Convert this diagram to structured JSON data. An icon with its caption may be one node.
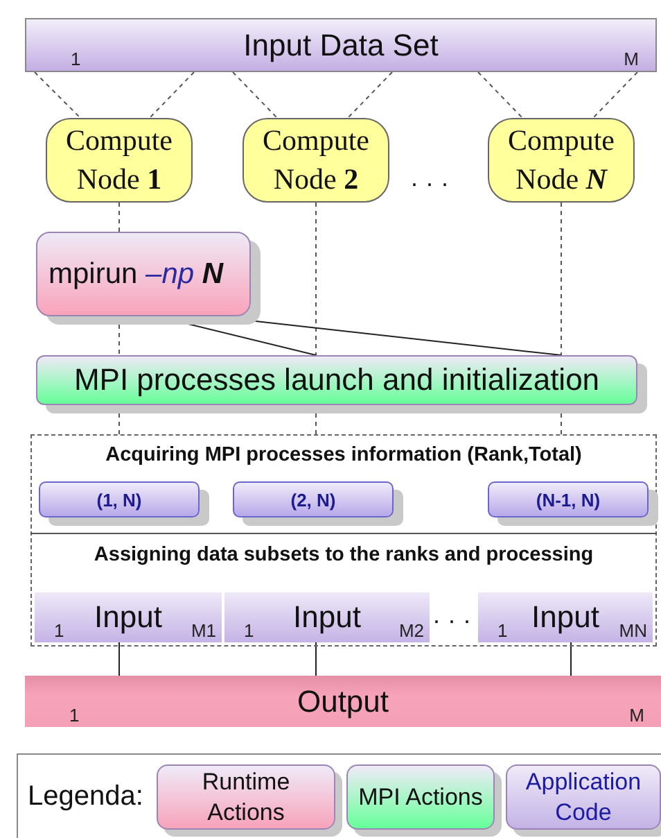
{
  "diagram": {
    "nodes": [
      {
        "text": [
          "1",
          "Input Data Set",
          "M"
        ]
      },
      {
        "text": [
          "Compute Node **1**"
        ]
      },
      {
        "text": [
          "Compute Node **2**"
        ]
      },
      {
        "text": [
          "Compute Node *N*"
        ]
      },
      {
        "text": [
          "mpirun *–np* **N**"
        ]
      },
      {
        "text": [
          "MPI processes launch and initialization"
        ]
      },
      {
        "text": [],
        "shape": "box"
      },
      {
        "text": [
          "Acquiring MPI processes information (Rank,Total)"
        ],
        "in": 6
      },
      {
        "text": [
          "(1, N)"
        ],
        "in": 7
      },
      {
        "text": [
          "(2, N)"
        ],
        "in": 7
      },
      {
        "text": [
          "(N-1, N)"
        ],
        "in": 7
      },
      {
        "text": [
          "Assigning data subsets to the ranks and processing"
        ],
        "in": 6
      },
      {
        "text": [
          "1",
          "Input",
          "M1"
        ],
        "in": 11
      },
      {
        "text": [
          "1",
          "Input",
          "M2"
        ],
        "in": 11
      },
      {
        "text": [
          "1",
          "Input",
          "MN"
        ],
        "in": 11
      },
      {
        "text": [
          "1",
          "Output",
          "M"
        ]
      }
    ],
    "edges": [
      {
        "from": 0,
        "to": 1,
        "arrow": "none",
        "style": "dashed"
      },
      {
        "from": 0,
        "to": 1,
        "arrow": "none",
        "style": "dashed"
      },
      {
        "from": 0,
        "to": 2,
        "arrow": "none",
        "style": "dashed"
      },
      {
        "from": 0,
        "to": 2,
        "arrow": "none",
        "style": "dashed"
      },
      {
        "from": 0,
        "to": 3,
        "arrow": "none",
        "style": "dashed"
      },
      {
        "from": 0,
        "to": 3,
        "arrow": "none",
        "style": "dashed"
      },
      {
        "from": 1,
        "to": 4,
        "arrow": "none",
        "style": "dashed"
      },
      {
        "from": 2,
        "to": 5,
        "arrow": "none",
        "style": "dashed"
      },
      {
        "from": 3,
        "to": 5,
        "arrow": "none",
        "style": "dashed"
      },
      {
        "from": 4,
        "to": 5,
        "arrow": "none",
        "style": "dashed"
      },
      {
        "from": 4,
        "to": 5,
        "arrow": "none"
      },
      {
        "from": 4,
        "to": 5,
        "arrow": "none"
      },
      {
        "from": 5,
        "to": 6,
        "arrow": "none",
        "style": "dashed"
      },
      {
        "from": 5,
        "to": 6,
        "arrow": "none",
        "style": "dashed"
      },
      {
        "from": 5,
        "to": 6,
        "arrow": "none",
        "style": "dashed"
      },
      {
        "from": 12,
        "to": 15,
        "arrow": "none"
      },
      {
        "from": 13,
        "to": 15,
        "arrow": "none"
      },
      {
        "from": 14,
        "to": 15,
        "arrow": "none"
      }
    ],
    "labels": [
      "· · ·",
      "· · ·",
      "Legenda:"
    ],
    "legend": [
      {
        "text": "Runtime Actions",
        "color": "#f7a3ba"
      },
      {
        "text": "MPI Actions",
        "color": "#66ff99"
      },
      {
        "text": "Application Code",
        "color": "#c3b3e6"
      }
    ]
  }
}
